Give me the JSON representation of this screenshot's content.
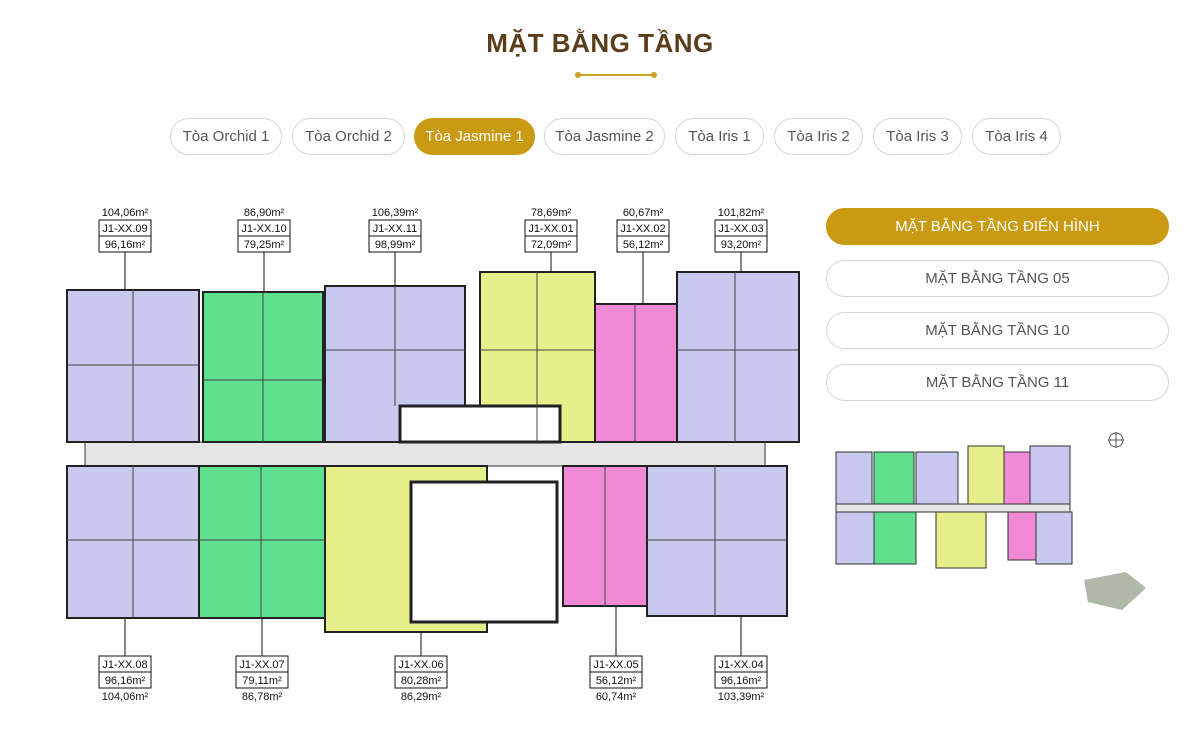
{
  "header": {
    "title": "MẶT BẰNG TẦNG"
  },
  "tabs": [
    {
      "label": "Tòa Orchid 1",
      "active": false
    },
    {
      "label": "Tòa Orchid 2",
      "active": false
    },
    {
      "label": "Tòa Jasmine 1",
      "active": true
    },
    {
      "label": "Tòa Jasmine 2",
      "active": false
    },
    {
      "label": "Tòa Iris 1",
      "active": false
    },
    {
      "label": "Tòa Iris 2",
      "active": false
    },
    {
      "label": "Tòa Iris 3",
      "active": false
    },
    {
      "label": "Tòa Iris 4",
      "active": false
    }
  ],
  "floor_buttons": [
    {
      "label": "MẶT BẰNG TẦNG ĐIỂN HÌNH",
      "active": true
    },
    {
      "label": "MẶT BẰNG TẦNG 05",
      "active": false
    },
    {
      "label": "MẶT BẰNG TẦNG 10",
      "active": false
    },
    {
      "label": "MẶT BẰNG TẦNG 11",
      "active": false
    }
  ],
  "colors": {
    "accent": "#c99a12",
    "title": "#5a3e1b",
    "lavender": "#c9c9f0",
    "green": "#5fe08e",
    "yellow": "#e6f08a",
    "pink": "#f08ad6"
  },
  "units_top": [
    {
      "gross": "104,06m²",
      "code": "J1-XX.09",
      "net": "96,16m²"
    },
    {
      "gross": "86,90m²",
      "code": "J1-XX.10",
      "net": "79,25m²"
    },
    {
      "gross": "106,39m²",
      "code": "J1-XX.11",
      "net": "98,99m²"
    },
    {
      "gross": "78,69m²",
      "code": "J1-XX.01",
      "net": "72,09m²"
    },
    {
      "gross": "60,67m²",
      "code": "J1-XX.02",
      "net": "56,12m²"
    },
    {
      "gross": "101,82m²",
      "code": "J1-XX.03",
      "net": "93,20m²"
    }
  ],
  "units_bottom": [
    {
      "code": "J1-XX.08",
      "net": "96,16m²",
      "gross": "104,06m²"
    },
    {
      "code": "J1-XX.07",
      "net": "79,11m²",
      "gross": "86,78m²"
    },
    {
      "code": "J1-XX.06",
      "net": "80,28m²",
      "gross": "86,29m²"
    },
    {
      "code": "J1-XX.05",
      "net": "56,12m²",
      "gross": "60,74m²"
    },
    {
      "code": "J1-XX.04",
      "net": "96,16m²",
      "gross": "103,39m²"
    }
  ]
}
